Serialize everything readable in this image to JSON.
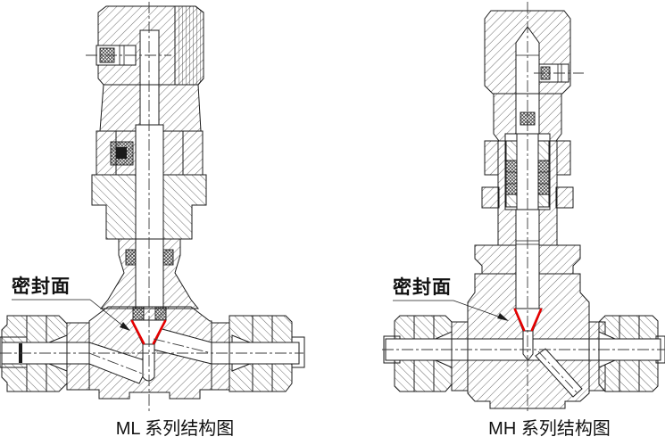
{
  "figures": {
    "ml": {
      "caption": "ML 系列结构图",
      "callout_label": "密封面"
    },
    "mh": {
      "caption": "MH 系列结构图",
      "callout_label": "密封面"
    }
  },
  "colors": {
    "line": "#1b1b1b",
    "centerline": "#3a3a3a",
    "seal_highlight": "#e60000",
    "background": "#ffffff"
  }
}
